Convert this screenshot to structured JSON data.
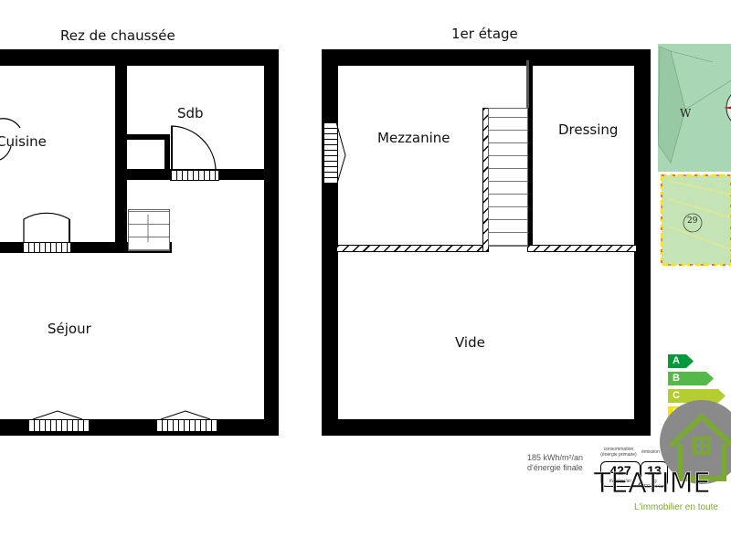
{
  "floors": {
    "ground": {
      "title": "Rez de chaussée",
      "rooms": {
        "kitchen": "Cuisine",
        "bathroom": "Sdb",
        "living": "Séjour"
      }
    },
    "first": {
      "title": "1er étage",
      "rooms": {
        "mezzanine": "Mezzanine",
        "dressing": "Dressing",
        "void": "Vide"
      }
    }
  },
  "cadastre": {
    "compass_west": "W",
    "parcel_number": "29",
    "colors": {
      "land": "#a9d6b5",
      "parcel": "#c5e4b5",
      "border": "#ffe400",
      "accent": "#e4007c"
    }
  },
  "energy": {
    "classes": [
      {
        "letter": "A",
        "color": "#009a3d"
      },
      {
        "letter": "B",
        "color": "#54b948"
      },
      {
        "letter": "C",
        "color": "#b5cd2f"
      },
      {
        "letter": "D",
        "color": "#f4e500"
      }
    ],
    "consumption_text_line1": "185 kWh/m²/an",
    "consumption_text_line2": "d'énergie finale",
    "header_consumption": "consommation (énergie primaire)",
    "header_emission": "émission",
    "primary_value": "427",
    "primary_unit": "kWh/m²/an",
    "emission_value": "13",
    "emission_unit": "kg CO₂/m²/an"
  },
  "brand": {
    "name": "TEATIME",
    "tagline": "L'immobilier en toute",
    "colors": {
      "green": "#7aa834",
      "gray": "#8a8a8a"
    }
  }
}
